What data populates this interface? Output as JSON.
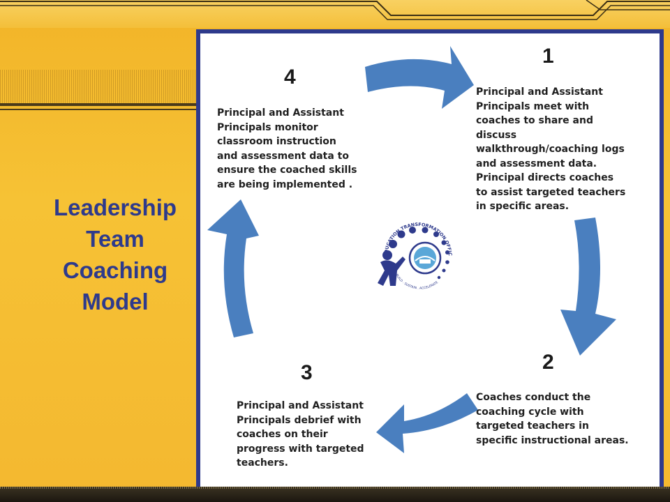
{
  "slide": {
    "title_lines": [
      "Leadership",
      "Team",
      "Coaching",
      "Model"
    ]
  },
  "cycle": {
    "steps": [
      {
        "number": "1",
        "text": "Principal and Assistant Principals meet with coaches to share and discuss walkthrough/coaching logs and assessment data. Principal directs coaches to assist targeted teachers in specific areas."
      },
      {
        "number": "2",
        "text": "Coaches conduct the coaching cycle with targeted teachers in specific instructional areas."
      },
      {
        "number": "3",
        "text": "Principal and Assistant Principals debrief with coaches on their progress with targeted teachers."
      },
      {
        "number": "4",
        "text": "Principal and Assistant Principals monitor classroom instruction and assessment data to ensure the coached skills are being implemented ."
      }
    ]
  },
  "logo": {
    "ring_text": "EDUCATION TRANSFORMATION OFFICE",
    "bottom_text": "BUILD . SUSTAIN . ACCELERATE",
    "icon": "education-transformation-office-logo"
  },
  "colors": {
    "background": "#f4bb32",
    "title": "#2e3a8c",
    "frame": "#2e3a8c",
    "arrow": "#4a7fbf"
  }
}
